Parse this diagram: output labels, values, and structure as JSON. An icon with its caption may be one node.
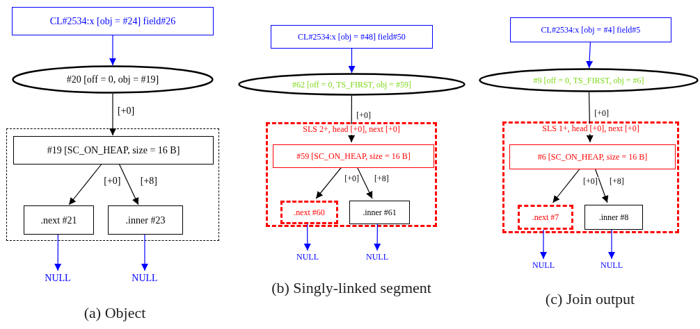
{
  "diagram": {
    "nodes": [
      {
        "text": [
          "CL#2534:x [obj = #24] field#26"
        ]
      },
      {
        "text": [
          "#20 [off = 0, obj = #19]"
        ]
      },
      {
        "text": [],
        "shape": "box"
      },
      {
        "text": [
          "#19 [SC_ON_HEAP, size = 16 B]"
        ],
        "in": 2
      },
      {
        "text": [
          ".next #21"
        ],
        "in": 2
      },
      {
        "text": [
          ".inner #23"
        ],
        "in": 2
      },
      {
        "text": [
          "NULL"
        ]
      },
      {
        "text": [
          "NULL"
        ]
      },
      {
        "text": [
          "CL#2534:x [obj = #48] field#50"
        ]
      },
      {
        "text": [
          "#62 [off = 0, TS_FIRST, obj = #59]"
        ]
      },
      {
        "text": [
          "SLS 2+, head [+0], next [+0]"
        ]
      },
      {
        "text": [
          "#59 [SC_ON_HEAP, size = 16 B]"
        ],
        "in": 10
      },
      {
        "text": [
          ".next #60"
        ],
        "in": 10
      },
      {
        "text": [
          ".inner #61"
        ],
        "in": 10
      },
      {
        "text": [
          "NULL"
        ]
      },
      {
        "text": [
          "NULL"
        ]
      },
      {
        "text": [
          "CL#2534:x [obj = #4] field#5"
        ]
      },
      {
        "text": [
          "#9 [off = 0, TS_FIRST, obj = #6]"
        ]
      },
      {
        "text": [
          "SLS 1+, head [+0], next [+0]"
        ]
      },
      {
        "text": [
          "#6 [SC_ON_HEAP, size = 16 B]"
        ],
        "in": 18
      },
      {
        "text": [
          ".next #7"
        ],
        "in": 18
      },
      {
        "text": [
          ".inner #8"
        ],
        "in": 18
      },
      {
        "text": [
          "NULL"
        ]
      },
      {
        "text": [
          "NULL"
        ]
      }
    ],
    "edges": [
      {
        "from": 0,
        "to": 1,
        "arrow": "to",
        "color": "#0000ff"
      },
      {
        "from": 1,
        "to": 3,
        "arrow": "to",
        "label": "[+0]",
        "color": "#000000"
      },
      {
        "from": 3,
        "to": 4,
        "arrow": "to",
        "label": "[+0]",
        "color": "#000000"
      },
      {
        "from": 3,
        "to": 5,
        "arrow": "to",
        "label": "[+8]",
        "color": "#000000"
      },
      {
        "from": 4,
        "to": 6,
        "arrow": "to",
        "color": "#0000ff"
      },
      {
        "from": 5,
        "to": 7,
        "arrow": "to",
        "color": "#0000ff"
      },
      {
        "from": 8,
        "to": 9,
        "arrow": "to",
        "color": "#0000ff"
      },
      {
        "from": 9,
        "to": 11,
        "arrow": "to",
        "label": "[+0]",
        "color": "#000000"
      },
      {
        "from": 11,
        "to": 12,
        "arrow": "to",
        "label": "[+0]",
        "color": "#000000"
      },
      {
        "from": 11,
        "to": 13,
        "arrow": "to",
        "label": "[+8]",
        "color": "#000000"
      },
      {
        "from": 12,
        "to": 14,
        "arrow": "to",
        "color": "#0000ff"
      },
      {
        "from": 13,
        "to": 15,
        "arrow": "to",
        "color": "#0000ff"
      },
      {
        "from": 16,
        "to": 17,
        "arrow": "to",
        "color": "#0000ff"
      },
      {
        "from": 17,
        "to": 19,
        "arrow": "to",
        "label": "[+0]",
        "color": "#000000"
      },
      {
        "from": 19,
        "to": 20,
        "arrow": "to",
        "label": "[+0]",
        "color": "#000000"
      },
      {
        "from": 19,
        "to": 21,
        "arrow": "to",
        "label": "[+8]",
        "color": "#000000"
      },
      {
        "from": 20,
        "to": 22,
        "arrow": "to",
        "color": "#0000ff"
      },
      {
        "from": 21,
        "to": 23,
        "arrow": "to",
        "color": "#0000ff"
      }
    ],
    "labels": [
      "(a) Object",
      "(b) Singly-linked segment",
      "(c) Join output"
    ]
  }
}
